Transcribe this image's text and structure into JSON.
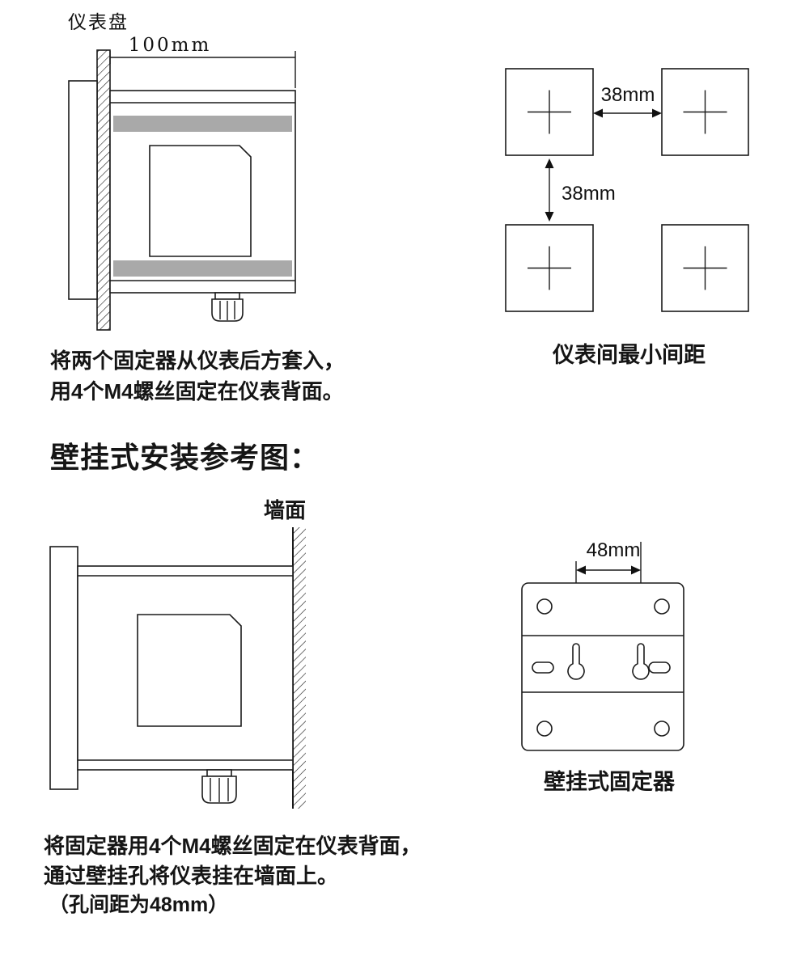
{
  "panel_mount_figure": {
    "panel_label": "仪表盘",
    "width_dim": "100mm",
    "note_line1": "将两个固定器从仪表后方套入，",
    "note_line2": "用4个M4螺丝固定在仪表背面。"
  },
  "spacing_figure": {
    "horizontal_dim": "38mm",
    "vertical_dim": "38mm",
    "caption": "仪表间最小间距"
  },
  "wall_section": {
    "heading": "壁挂式安装参考图："
  },
  "wall_mount_figure": {
    "wall_label": "墙面",
    "note_line1": "将固定器用4个M4螺丝固定在仪表背面，",
    "note_line2": "通过壁挂孔将仪表挂在墙面上。",
    "note_line3": "（孔间距为48mm）"
  },
  "wall_fixer_figure": {
    "hole_dim": "48mm",
    "caption": "壁挂式固定器"
  },
  "colors": {
    "line": "#1a1a1a",
    "clamp_gray": "#a9a9a9"
  }
}
